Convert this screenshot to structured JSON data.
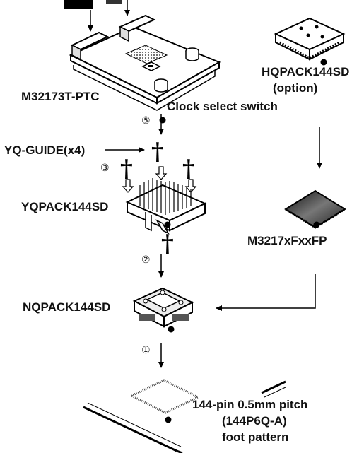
{
  "labels": {
    "target_board": "M32173T-PTC",
    "clock_switch": "Clock select switch",
    "hqpack_name": "HQPACK144SD",
    "hqpack_note": "(option)",
    "yq_guide": "YQ-GUIDE(x4)",
    "yqpack": "YQPACK144SD",
    "mcu": "M3217xFxxFP",
    "nqpack": "NQPACK144SD",
    "foot_line1": "144-pin 0.5mm pitch",
    "foot_line2": "(144P6Q-A)",
    "foot_line3": "foot pattern"
  },
  "steps": {
    "step1": "①",
    "step2": "②",
    "step3": "③",
    "step5": "⑤"
  },
  "guide_symbol": "†",
  "colors": {
    "ink": "#000000",
    "board": "#ffffff",
    "chip_dark": "#333333"
  }
}
